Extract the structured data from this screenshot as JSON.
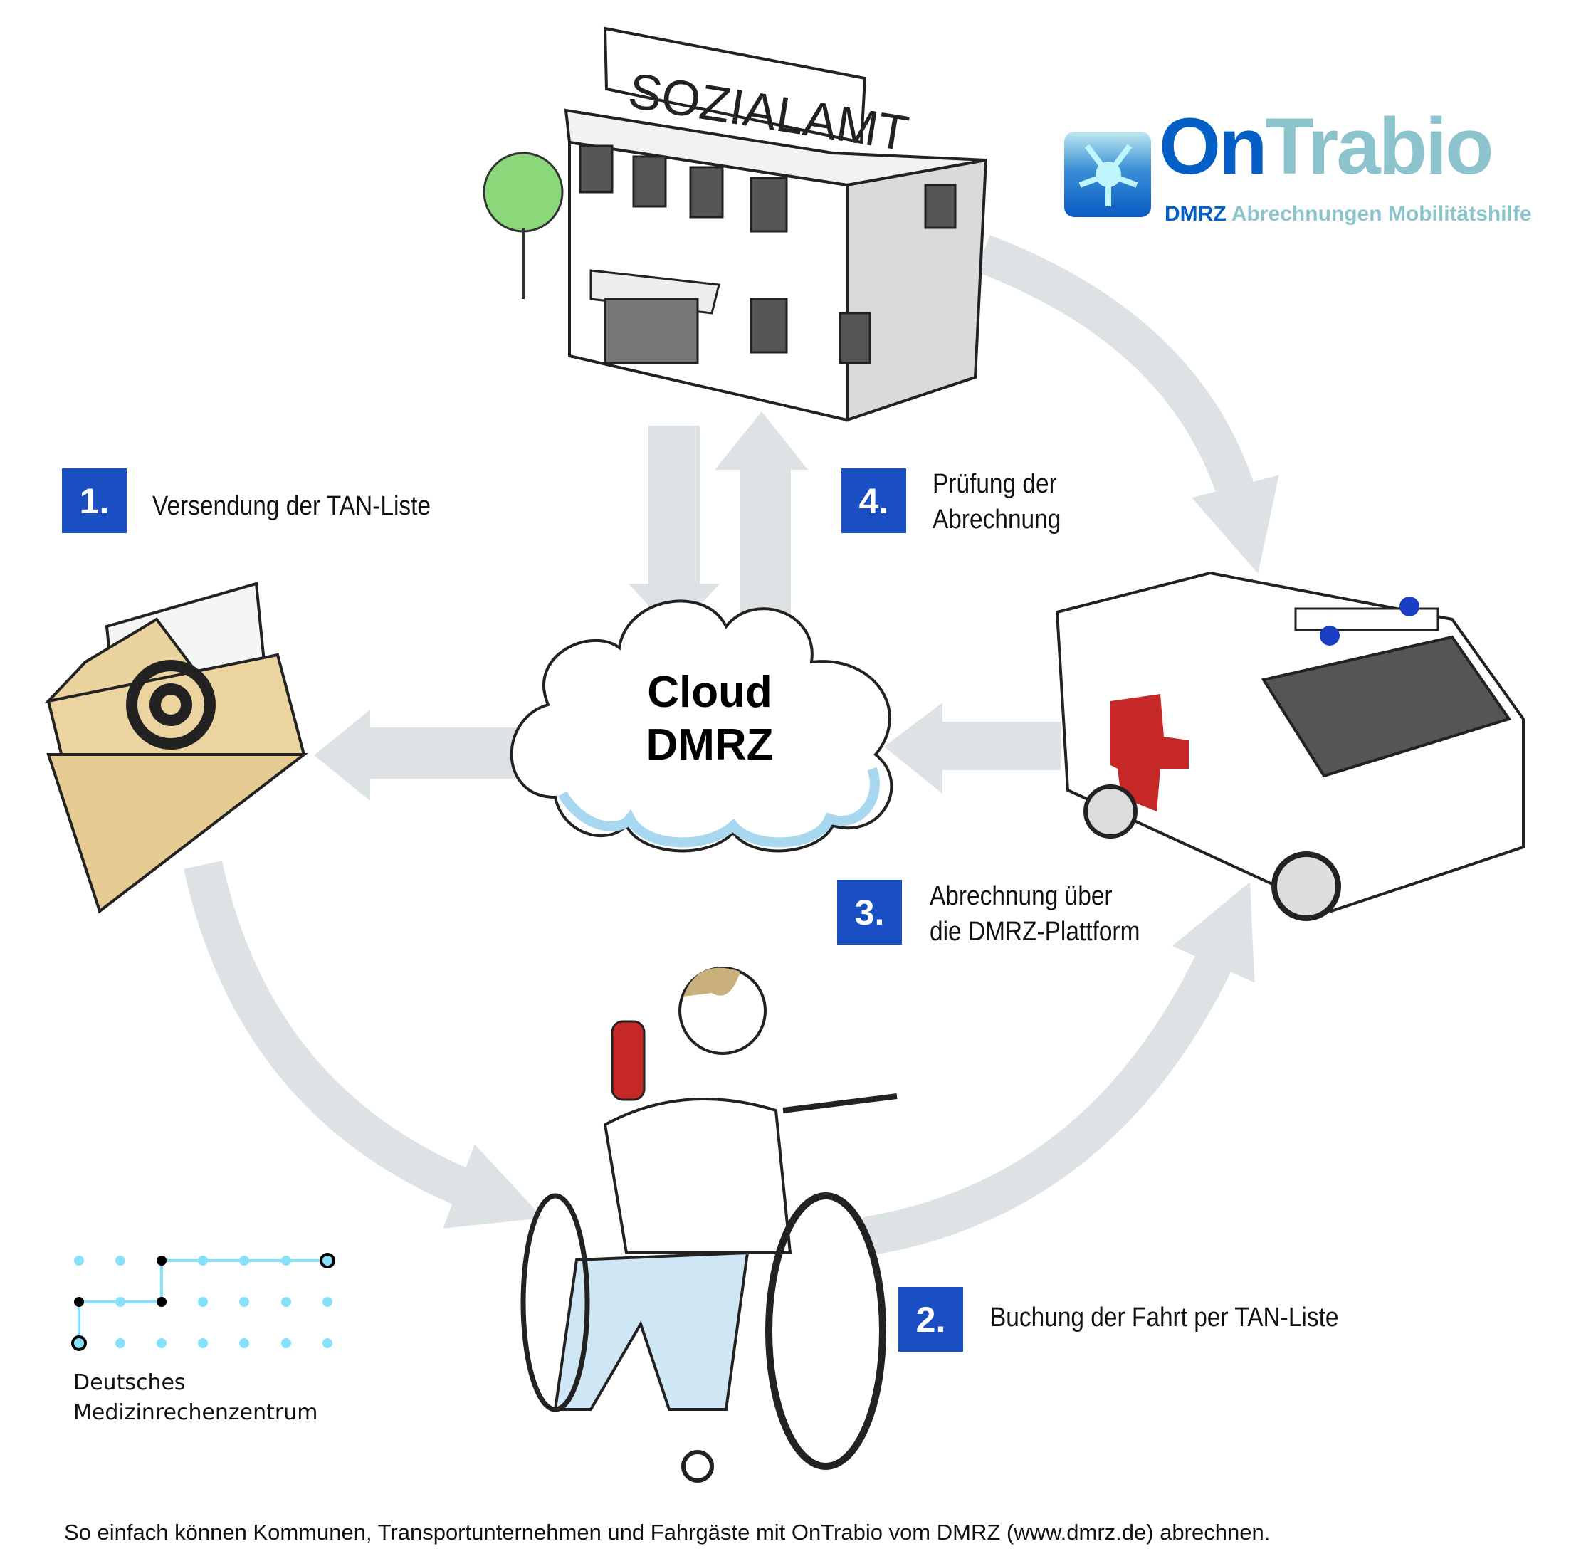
{
  "logo": {
    "brand_on": "On",
    "brand_trabio": "Trabio",
    "sub_dmrz": "DMRZ",
    "sub_rest": "Abrechnungen Mobilitätshilfe"
  },
  "building": {
    "sign": "SOZIALAMT"
  },
  "cloud": {
    "line1": "Cloud",
    "line2": "DMRZ"
  },
  "steps": [
    {
      "number": "1.",
      "line1": "Versendung der TAN-Liste"
    },
    {
      "number": "2.",
      "line1": "Buchung der Fahrt per TAN-Liste"
    },
    {
      "number": "3.",
      "line1": "Abrechnung über",
      "line2": "die DMRZ-Plattform"
    },
    {
      "number": "4.",
      "line1": "Prüfung der",
      "line2": "Abrechnung"
    }
  ],
  "dmrz_logo": {
    "line1": "Deutsches",
    "line2": "Medizinrechenzentrum"
  },
  "footer": "So einfach können Kommunen, Transportunternehmen und Fahrgäste mit OnTrabio vom DMRZ (www.dmrz.de) abrechnen.",
  "colors": {
    "badge": "#1a4fc4",
    "arrow": "#dde3e5",
    "brand_dark": "#035ec6",
    "brand_light": "#8cc3cd",
    "dot": "#86e0fa"
  }
}
